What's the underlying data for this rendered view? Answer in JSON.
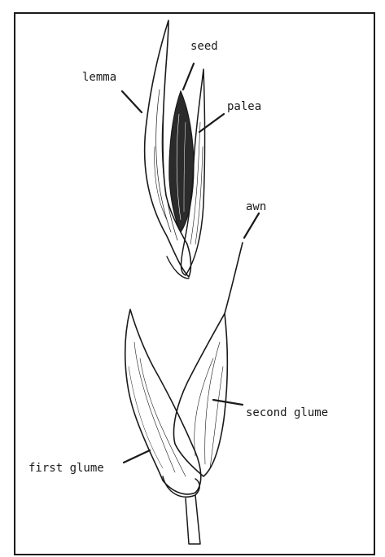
{
  "labels": {
    "seed": "seed",
    "lemma": "lemma",
    "palea": "palea",
    "awn": "awn",
    "second_glume": "second glume",
    "first_glume": "first glume"
  },
  "colors": {
    "ink": "#1a1a1a",
    "paper": "#ffffff",
    "seed_dark": "#2b2b2b"
  }
}
